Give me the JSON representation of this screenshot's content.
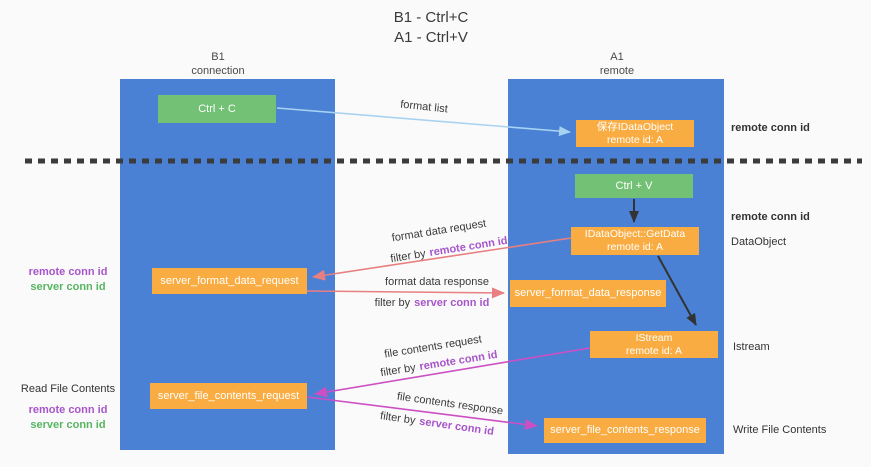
{
  "title": {
    "line1": "B1 - Ctrl+C",
    "line2": "A1 - Ctrl+V"
  },
  "lanes": {
    "left": {
      "title": "B1",
      "subtitle": "connection"
    },
    "right": {
      "title": "A1",
      "subtitle": "remote"
    }
  },
  "nodes": {
    "ctrl_c": {
      "label": "Ctrl + C"
    },
    "ctrl_v": {
      "label": "Ctrl + V"
    },
    "save_dataobject": {
      "line1": "保存IDataObject",
      "line2": "remote id: A"
    },
    "getdata": {
      "line1": "IDataObject::GetData",
      "line2": "remote id: A"
    },
    "istream": {
      "line1": "IStream",
      "line2": "remote id: A"
    },
    "format_request": {
      "label": "server_format_data_request"
    },
    "format_response": {
      "label": "server_format_data_response"
    },
    "file_request": {
      "label": "server_file_contents_request"
    },
    "file_response": {
      "label": "server_file_contents_response"
    }
  },
  "flow_labels": {
    "format_list": "format list",
    "format_data_request": "format data request",
    "format_data_response": "format data response",
    "file_contents_request": "file contents request",
    "file_contents_response": "file contents response",
    "filter_by": "filter by",
    "remote_conn_id": "remote conn id",
    "server_conn_id": "server conn id"
  },
  "annotations": {
    "remote_conn_id_top": "remote conn id",
    "remote_conn_id_mid": "remote conn id",
    "dataobject": "DataObject",
    "istream": "Istream",
    "write_file_contents": "Write File Contents",
    "read_file_contents": "Read File Contents",
    "format_remote_conn_id": "remote conn id",
    "format_server_conn_id": "server conn id",
    "file_remote_conn_id": "remote conn id",
    "file_server_conn_id": "server conn id"
  },
  "colors": {
    "lane_blue": "#4a81d5",
    "node_orange": "#f9ac41",
    "node_green": "#72c175",
    "arrow_light_blue": "#a8d2f2",
    "arrow_salmon": "#e87f80",
    "arrow_magenta": "#cc4fc4",
    "arrow_black": "#333333",
    "dashed_line": "#3b3b3b",
    "text_purple": "#a855cb",
    "text_green": "#57b562"
  }
}
